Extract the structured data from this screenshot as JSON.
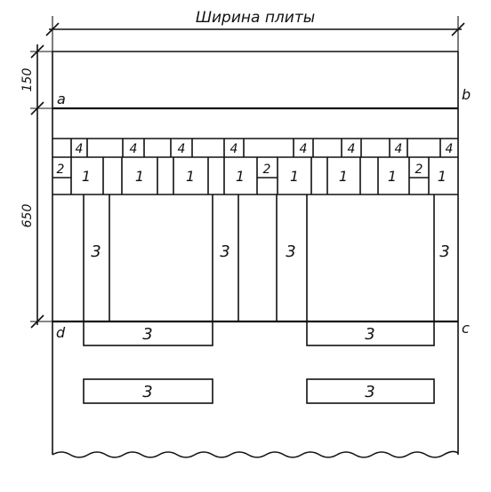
{
  "drawing": {
    "width_caption": "Ширина плиты",
    "dim_upper": "150",
    "dim_lower": "650",
    "corner_labels": {
      "a": "a",
      "b": "b",
      "c": "c",
      "d": "d"
    },
    "mark_1": "1",
    "mark_2": "2",
    "mark_3": "3",
    "mark_4": "4"
  }
}
